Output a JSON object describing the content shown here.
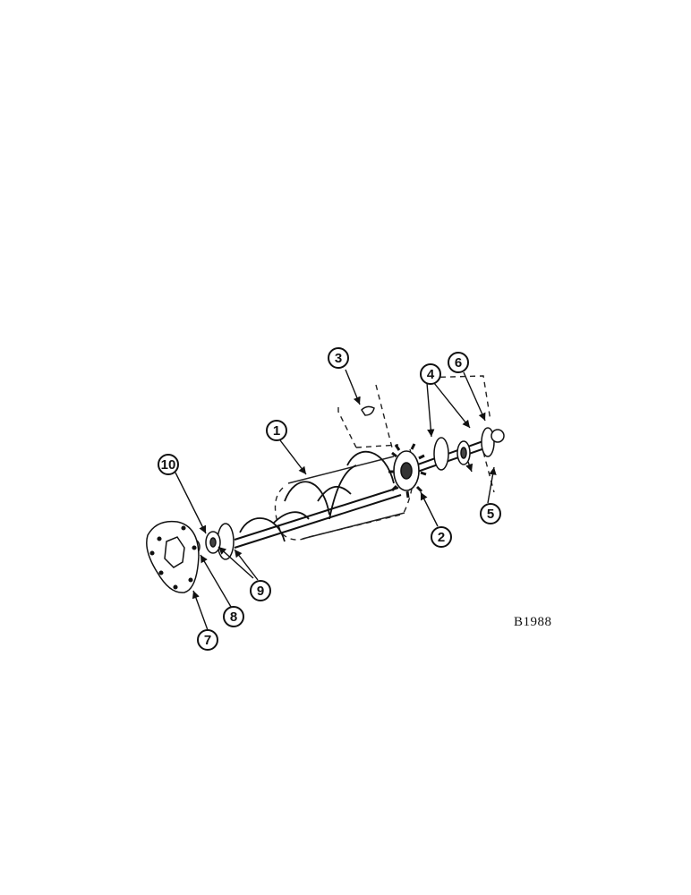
{
  "diagram": {
    "figure_code": "B1988",
    "callouts": [
      "1",
      "2",
      "3",
      "4",
      "5",
      "6",
      "7",
      "8",
      "9",
      "10"
    ]
  }
}
